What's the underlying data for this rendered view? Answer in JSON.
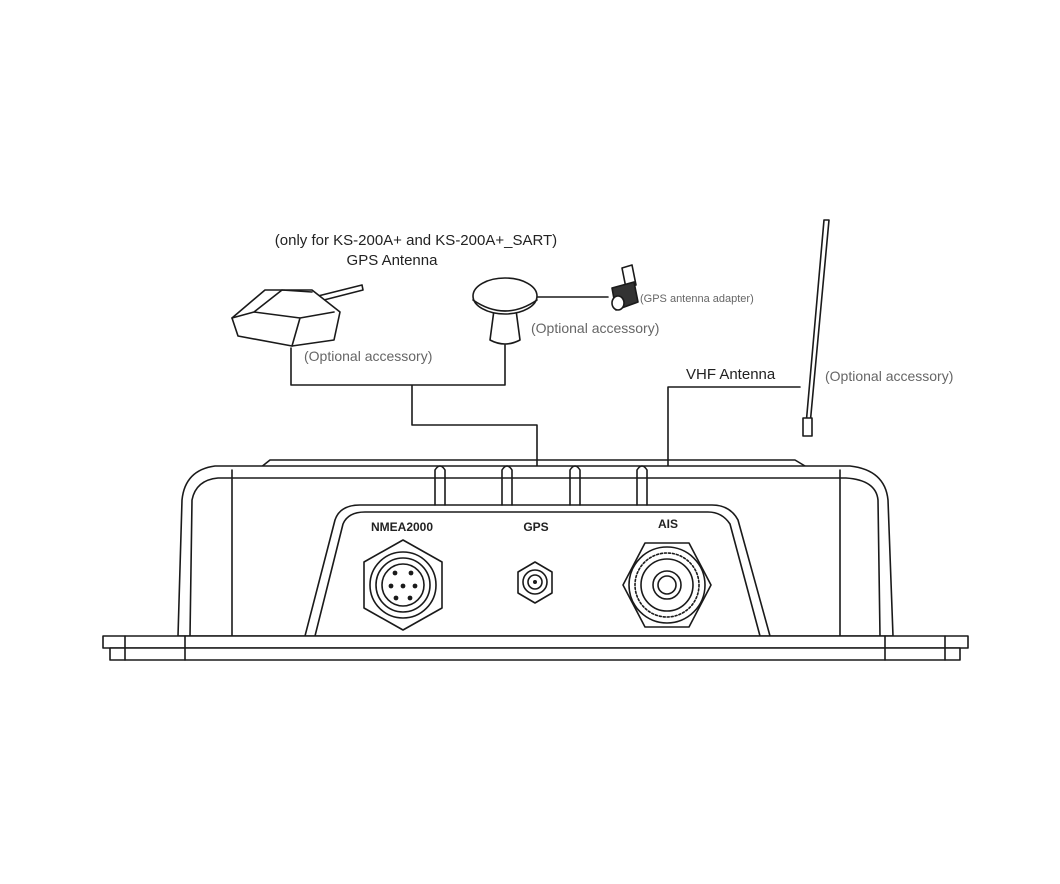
{
  "labels": {
    "gps_note": "(only for KS-200A+ and KS-200A+_SART)",
    "gps_antenna": "GPS Antenna",
    "gps_adapter": "(GPS antenna adapter)",
    "optional_mushroom": "(Optional accessory)",
    "optional_puck": "(Optional accessory)",
    "vhf_antenna": "VHF Antenna",
    "optional_vhf": "(Optional accessory)"
  },
  "ports": {
    "nmea": "NMEA2000",
    "gps": "GPS",
    "ais": "AIS"
  }
}
